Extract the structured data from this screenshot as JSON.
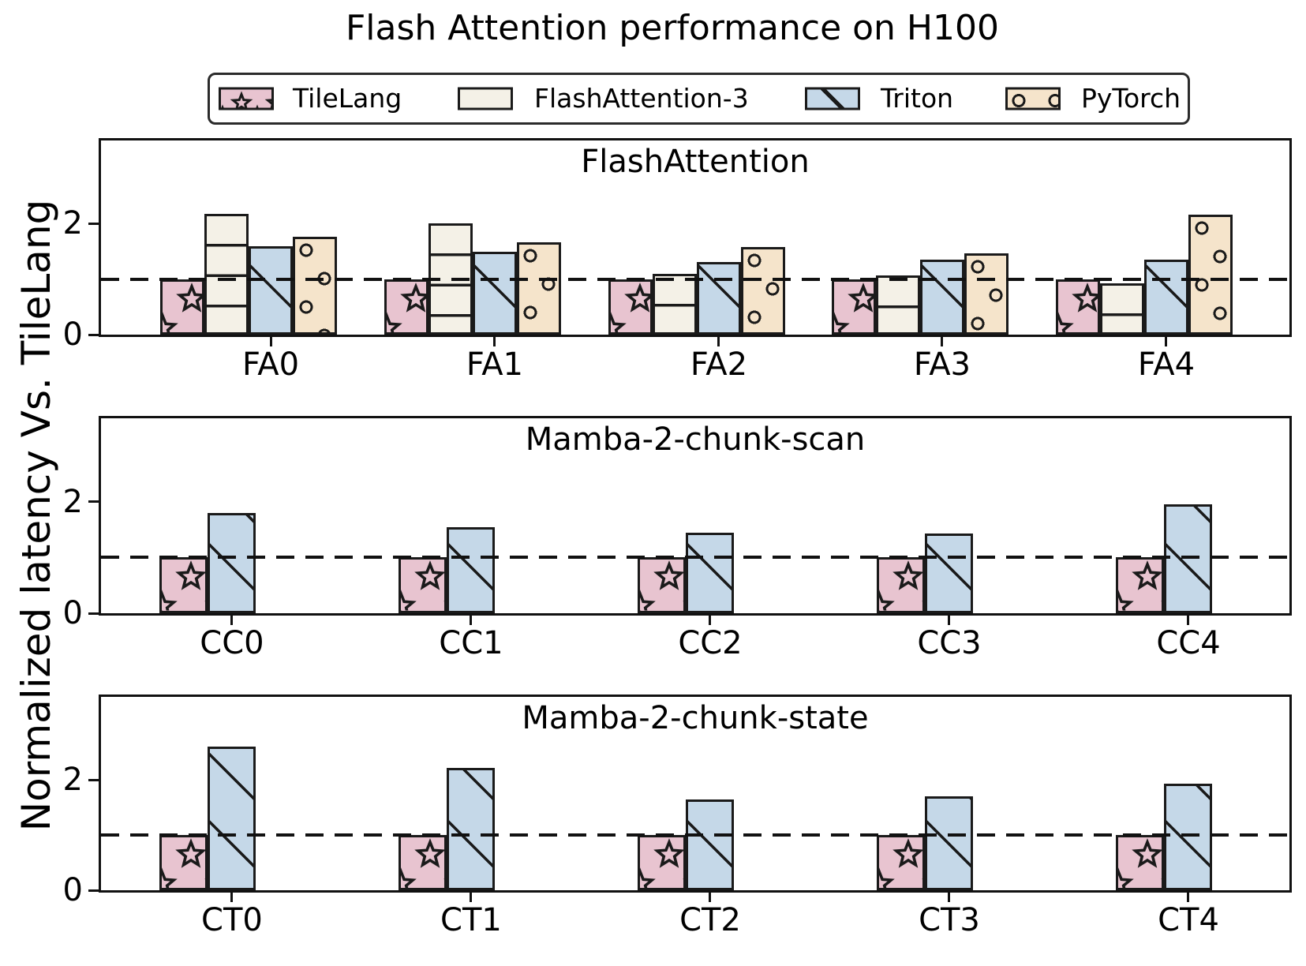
{
  "figure": {
    "title": "Flash Attention performance on H100",
    "ylabel": "Normalized latency Vs. TileLang",
    "colors": {
      "edge": "#1a1a1a",
      "reference_line": "#111111"
    }
  },
  "legend": {
    "items": [
      {
        "label": "TileLang",
        "color": "#e8c4d0",
        "hatch": "star"
      },
      {
        "label": "FlashAttention-3",
        "color": "#f4f1e7",
        "hatch": "hlines"
      },
      {
        "label": "Triton",
        "color": "#c5d8e8",
        "hatch": "diag"
      },
      {
        "label": "PyTorch",
        "color": "#f5e4cb",
        "hatch": "circles"
      }
    ]
  },
  "chart_data": [
    {
      "type": "bar",
      "title": "FlashAttention",
      "categories": [
        "FA0",
        "FA1",
        "FA2",
        "FA3",
        "FA4"
      ],
      "series": [
        {
          "name": "TileLang",
          "values": [
            1.0,
            1.0,
            1.0,
            1.0,
            1.0
          ]
        },
        {
          "name": "FlashAttention-3",
          "values": [
            2.18,
            2.0,
            1.1,
            1.07,
            0.92
          ]
        },
        {
          "name": "Triton",
          "values": [
            1.6,
            1.5,
            1.31,
            1.35,
            1.35
          ]
        },
        {
          "name": "PyTorch",
          "values": [
            1.76,
            1.66,
            1.58,
            1.46,
            2.16
          ]
        }
      ],
      "yticks": [
        0,
        2
      ],
      "ylim": [
        0,
        3.5
      ],
      "reference_line": 1.0,
      "grid": false,
      "legend_position": "top"
    },
    {
      "type": "bar",
      "title": "Mamba-2-chunk-scan",
      "categories": [
        "CC0",
        "CC1",
        "CC2",
        "CC3",
        "CC4"
      ],
      "series": [
        {
          "name": "TileLang",
          "values": [
            1.0,
            1.0,
            1.0,
            1.0,
            1.0
          ]
        },
        {
          "name": "Triton",
          "values": [
            1.8,
            1.55,
            1.45,
            1.43,
            1.95
          ]
        }
      ],
      "yticks": [
        0,
        2
      ],
      "ylim": [
        0,
        3.5
      ],
      "reference_line": 1.0,
      "grid": false
    },
    {
      "type": "bar",
      "title": "Mamba-2-chunk-state",
      "categories": [
        "CT0",
        "CT1",
        "CT2",
        "CT3",
        "CT4"
      ],
      "series": [
        {
          "name": "TileLang",
          "values": [
            1.0,
            1.0,
            1.0,
            1.0,
            1.0
          ]
        },
        {
          "name": "Triton",
          "values": [
            2.6,
            2.22,
            1.65,
            1.7,
            1.93
          ]
        }
      ],
      "yticks": [
        0,
        2
      ],
      "ylim": [
        0,
        3.5
      ],
      "reference_line": 1.0,
      "grid": false
    }
  ]
}
